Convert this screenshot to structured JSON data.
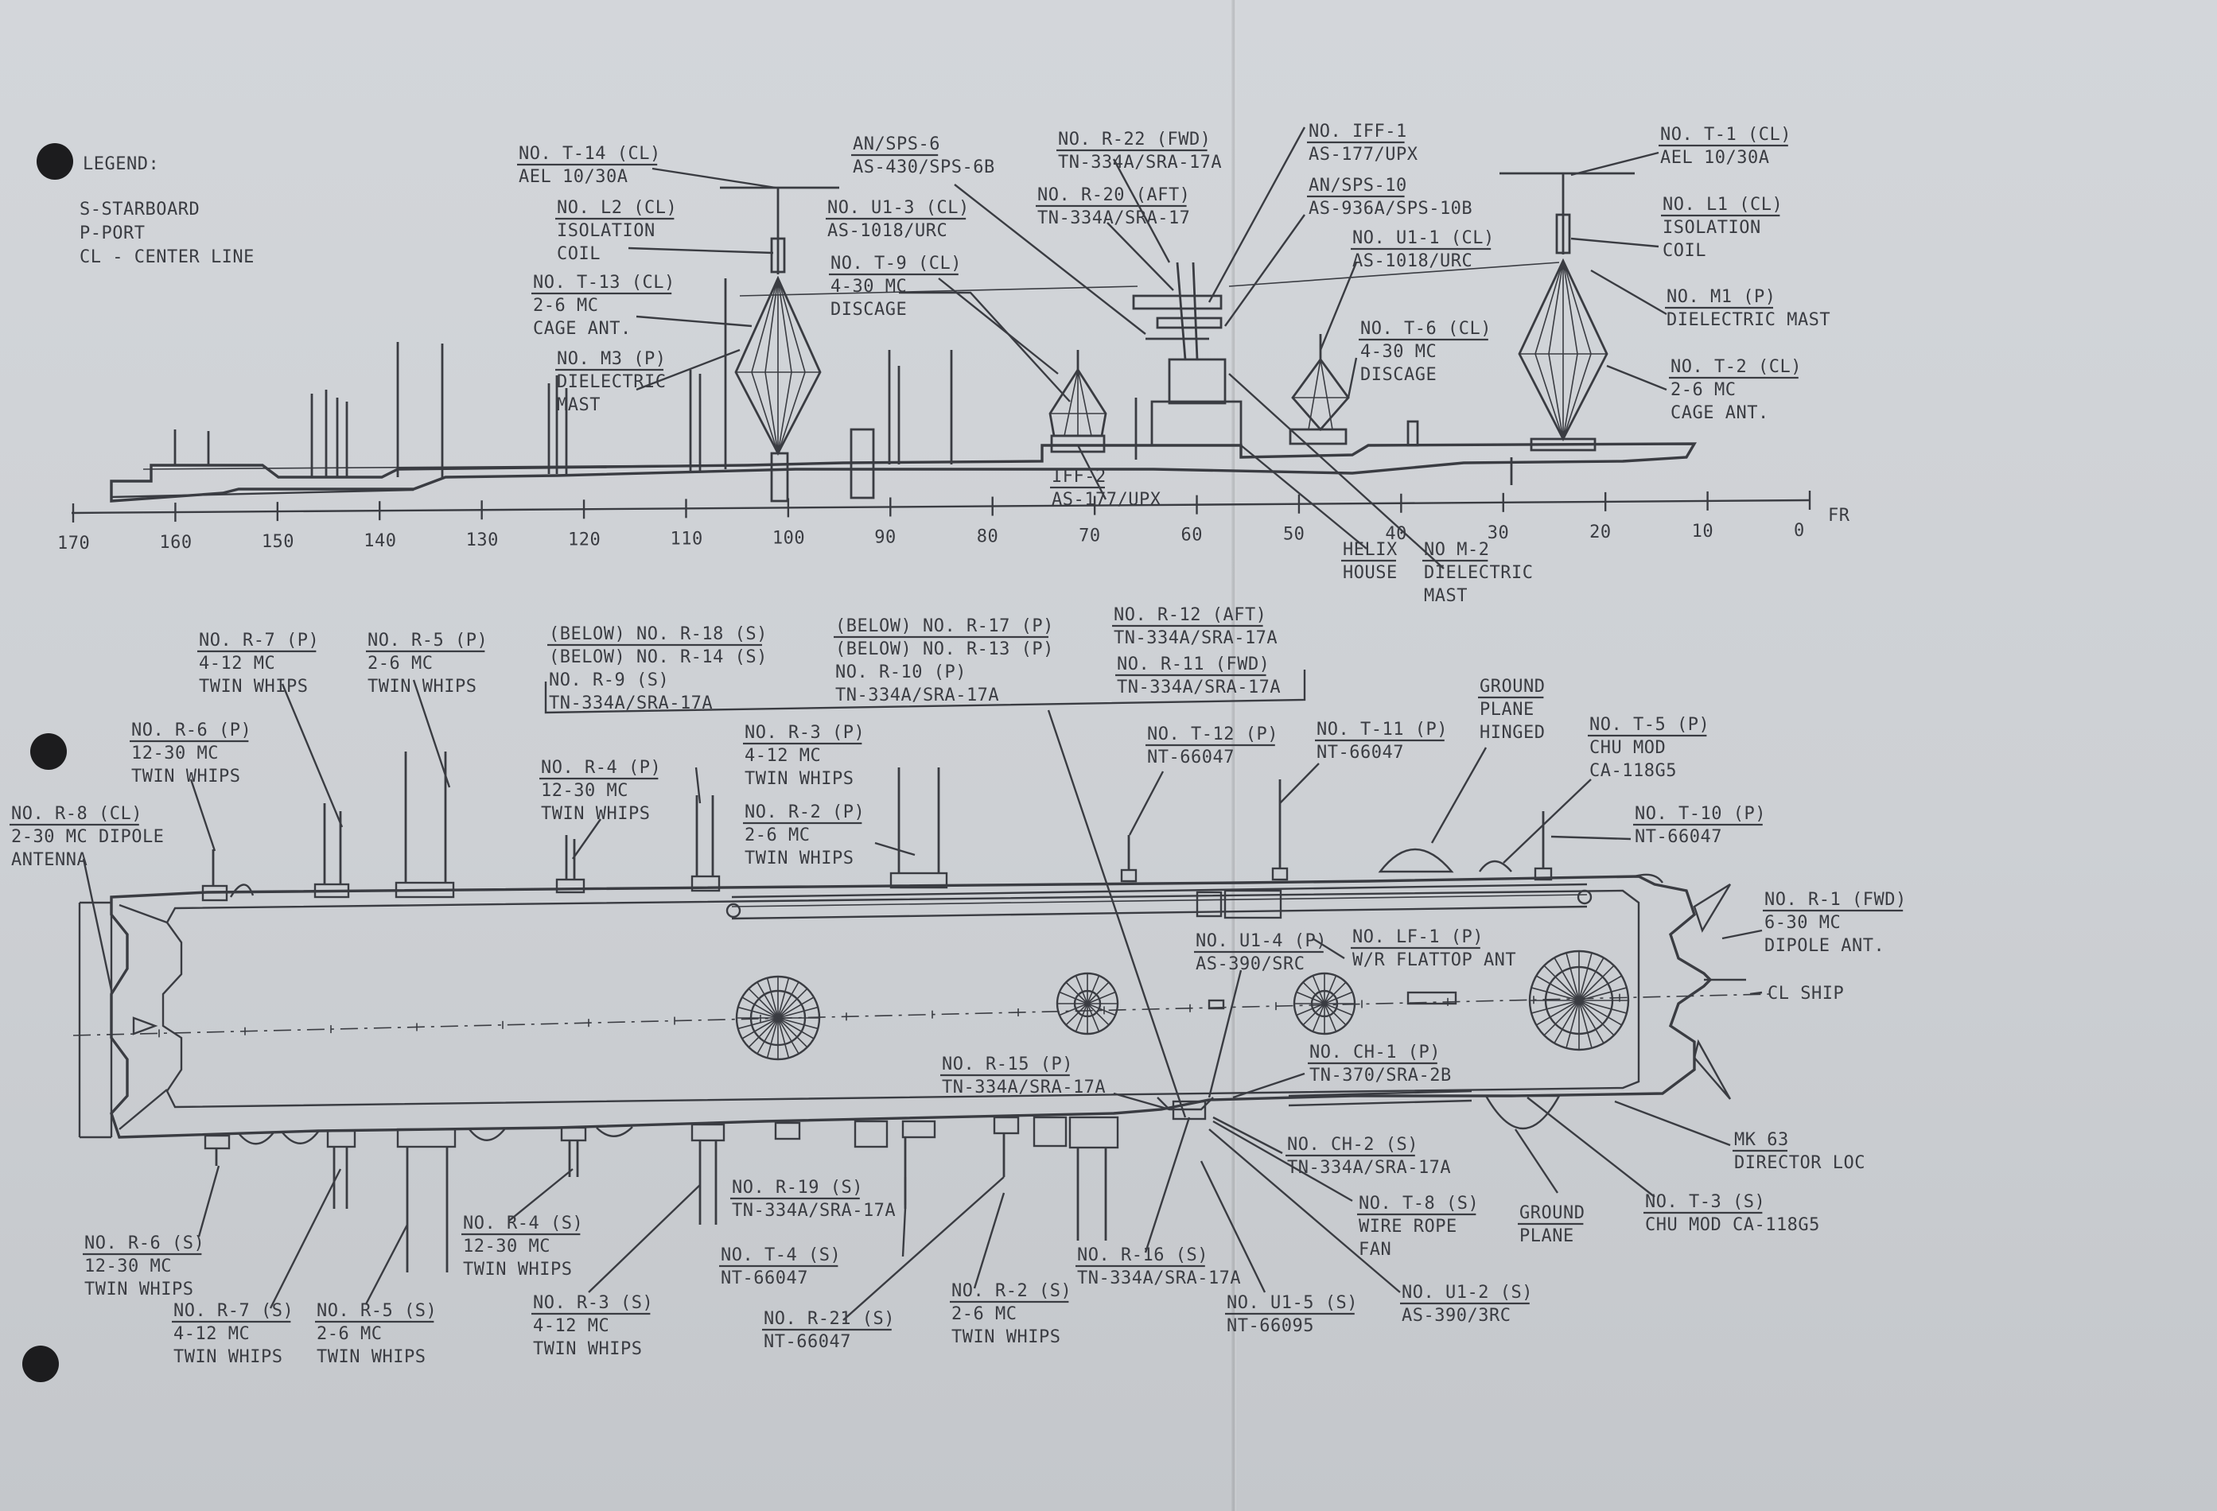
{
  "legend": {
    "title": "LEGEND:",
    "items": [
      "S-STARBOARD",
      "P-PORT",
      "CL - CENTER LINE"
    ]
  },
  "elevation": {
    "frame_scale": [
      "170",
      "160",
      "150",
      "140",
      "130",
      "120",
      "110",
      "100",
      "90",
      "80",
      "70",
      "60",
      "50",
      "40",
      "30",
      "20",
      "10",
      "0"
    ],
    "frame_unit": "FR",
    "labels": [
      {
        "id": "t14",
        "lines": [
          "NO. T-14 (CL)",
          "AEL 10/30A"
        ]
      },
      {
        "id": "l2",
        "lines": [
          "NO. L2 (CL)",
          "ISOLATION",
          "COIL"
        ]
      },
      {
        "id": "t13",
        "lines": [
          "NO. T-13 (CL)",
          "2-6 MC",
          "CAGE ANT."
        ]
      },
      {
        "id": "m3",
        "lines": [
          "NO. M3 (P)",
          "DIELECTRIC",
          "MAST"
        ]
      },
      {
        "id": "sps6",
        "lines": [
          "AN/SPS-6",
          "AS-430/SPS-6B"
        ]
      },
      {
        "id": "u13",
        "lines": [
          "NO. U1-3 (CL)",
          "AS-1018/URC"
        ]
      },
      {
        "id": "t9",
        "lines": [
          "NO. T-9 (CL)",
          "4-30 MC",
          "DISCAGE"
        ]
      },
      {
        "id": "r22",
        "lines": [
          "NO. R-22 (FWD)",
          "TN-334A/SRA-17A"
        ]
      },
      {
        "id": "r20",
        "lines": [
          "NO. R-20 (AFT)",
          "TN-334A/SRA-17"
        ]
      },
      {
        "id": "iff1",
        "lines": [
          "NO. IFF-1",
          "AS-177/UPX"
        ]
      },
      {
        "id": "sps10",
        "lines": [
          "AN/SPS-10",
          "AS-936A/SPS-10B"
        ]
      },
      {
        "id": "u11",
        "lines": [
          "NO. U1-1 (CL)",
          "AS-1018/URC"
        ]
      },
      {
        "id": "t6",
        "lines": [
          "NO. T-6 (CL)",
          "4-30 MC",
          "DISCAGE"
        ]
      },
      {
        "id": "t1",
        "lines": [
          "NO. T-1 (CL)",
          "AEL 10/30A"
        ]
      },
      {
        "id": "l1",
        "lines": [
          "NO. L1 (CL)",
          "ISOLATION",
          "COIL"
        ]
      },
      {
        "id": "m1",
        "lines": [
          "NO. M1 (P)",
          "DIELECTRIC MAST"
        ]
      },
      {
        "id": "t2",
        "lines": [
          "NO. T-2 (CL)",
          "2-6 MC",
          "CAGE ANT."
        ]
      },
      {
        "id": "iff2",
        "lines": [
          "IFF-2",
          "AS-177/UPX"
        ]
      },
      {
        "id": "helix",
        "lines": [
          "HELIX",
          "HOUSE"
        ]
      },
      {
        "id": "m2",
        "lines": [
          "NO M-2",
          "DIELECTRIC",
          "MAST"
        ]
      }
    ]
  },
  "plan": {
    "labels": [
      {
        "id": "r7p",
        "lines": [
          "NO. R-7 (P)",
          "4-12 MC",
          "TWIN WHIPS"
        ]
      },
      {
        "id": "r5p",
        "lines": [
          "NO. R-5 (P)",
          "2-6 MC",
          "TWIN WHIPS"
        ]
      },
      {
        "id": "r6p",
        "lines": [
          "NO. R-6 (P)",
          "12-30 MC",
          "TWIN WHIPS"
        ]
      },
      {
        "id": "r8",
        "lines": [
          "NO. R-8 (CL)",
          "2-30 MC DIPOLE",
          "ANTENNA"
        ]
      },
      {
        "id": "r4p",
        "lines": [
          "NO. R-4 (P)",
          "12-30 MC",
          "TWIN WHIPS"
        ]
      },
      {
        "id": "r3p",
        "lines": [
          "NO. R-3 (P)",
          "4-12 MC",
          "TWIN WHIPS"
        ]
      },
      {
        "id": "r2p",
        "lines": [
          "NO. R-2 (P)",
          "2-6 MC",
          "TWIN WHIPS"
        ]
      },
      {
        "id": "grp_s",
        "lines": [
          "(BELOW) NO. R-18 (S)",
          "(BELOW) NO. R-14 (S)",
          "NO. R-9 (S)",
          "TN-334A/SRA-17A"
        ]
      },
      {
        "id": "grp_p",
        "lines": [
          "(BELOW) NO. R-17 (P)",
          "(BELOW) NO. R-13 (P)",
          "NO. R-10 (P)",
          "TN-334A/SRA-17A"
        ]
      },
      {
        "id": "r12",
        "lines": [
          "NO. R-12 (AFT)",
          "TN-334A/SRA-17A"
        ]
      },
      {
        "id": "r11",
        "lines": [
          "NO. R-11 (FWD)",
          "TN-334A/SRA-17A"
        ]
      },
      {
        "id": "t12",
        "lines": [
          "NO. T-12 (P)",
          "NT-66047"
        ]
      },
      {
        "id": "t11",
        "lines": [
          "NO. T-11 (P)",
          "NT-66047"
        ]
      },
      {
        "id": "gph",
        "lines": [
          "GROUND",
          "PLANE",
          "HINGED"
        ]
      },
      {
        "id": "t5",
        "lines": [
          "NO. T-5 (P)",
          "CHU MOD",
          "CA-118G5"
        ]
      },
      {
        "id": "t10",
        "lines": [
          "NO. T-10 (P)",
          "NT-66047"
        ]
      },
      {
        "id": "r1",
        "lines": [
          "NO. R-1 (FWD)",
          "6-30 MC",
          "DIPOLE ANT."
        ]
      },
      {
        "id": "clship",
        "lines": [
          "CL SHIP"
        ]
      },
      {
        "id": "u14",
        "lines": [
          "NO. U1-4 (P)",
          "AS-390/SRC"
        ]
      },
      {
        "id": "lf1",
        "lines": [
          "NO. LF-1 (P)",
          "W/R FLATTOP ANT"
        ]
      },
      {
        "id": "r15",
        "lines": [
          "NO. R-15 (P)",
          "TN-334A/SRA-17A"
        ]
      },
      {
        "id": "ch1",
        "lines": [
          "NO. CH-1 (P)",
          "TN-370/SRA-2B"
        ]
      },
      {
        "id": "ch2",
        "lines": [
          "NO. CH-2 (S)",
          "TN-334A/SRA-17A"
        ]
      },
      {
        "id": "mk63",
        "lines": [
          "MK 63",
          "DIRECTOR LOC"
        ]
      },
      {
        "id": "t8",
        "lines": [
          "NO. T-8 (S)",
          "WIRE ROPE",
          "FAN"
        ]
      },
      {
        "id": "gp",
        "lines": [
          "GROUND",
          "PLANE"
        ]
      },
      {
        "id": "t3",
        "lines": [
          "NO. T-3 (S)",
          "CHU MOD CA-118G5"
        ]
      },
      {
        "id": "r6s",
        "lines": [
          "NO. R-6 (S)",
          "12-30 MC",
          "TWIN WHIPS"
        ]
      },
      {
        "id": "r7s",
        "lines": [
          "NO. R-7 (S)",
          "4-12 MC",
          "TWIN WHIPS"
        ]
      },
      {
        "id": "r5s",
        "lines": [
          "NO. R-5 (S)",
          "2-6 MC",
          "TWIN WHIPS"
        ]
      },
      {
        "id": "r4s",
        "lines": [
          "NO. R-4 (S)",
          "12-30 MC",
          "TWIN WHIPS"
        ]
      },
      {
        "id": "r3s",
        "lines": [
          "NO. R-3 (S)",
          "4-12 MC",
          "TWIN WHIPS"
        ]
      },
      {
        "id": "r19",
        "lines": [
          "NO. R-19 (S)",
          "TN-334A/SRA-17A"
        ]
      },
      {
        "id": "t4",
        "lines": [
          "NO. T-4 (S)",
          "NT-66047"
        ]
      },
      {
        "id": "r21",
        "lines": [
          "NO. R-21 (S)",
          "NT-66047"
        ]
      },
      {
        "id": "r2s",
        "lines": [
          "NO. R-2 (S)",
          "2-6 MC",
          "TWIN WHIPS"
        ]
      },
      {
        "id": "r16",
        "lines": [
          "NO. R-16 (S)",
          "TN-334A/SRA-17A"
        ]
      },
      {
        "id": "u15",
        "lines": [
          "NO. U1-5 (S)",
          "NT-66095"
        ]
      },
      {
        "id": "u12",
        "lines": [
          "NO. U1-2 (S)",
          "AS-390/3RC"
        ]
      }
    ]
  }
}
